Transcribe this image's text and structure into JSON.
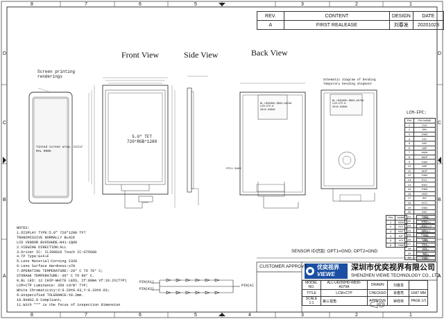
{
  "frame": {
    "top_numbers": [
      "8",
      "7",
      "6",
      "5",
      "4",
      "3",
      "2",
      "1"
    ],
    "side_letters": [
      "D",
      "C",
      "B",
      "A"
    ]
  },
  "revision": {
    "headers": [
      "REV.",
      "CONTENT",
      "DESIGN",
      "DATE"
    ],
    "row": [
      "A",
      "FIRST REALEASE",
      "刘春发",
      "20201023"
    ]
  },
  "views": {
    "front": "Front View",
    "side": "Side View",
    "back": "Back View"
  },
  "labels": {
    "screen_printing": "Screen printing\nrenderings",
    "tft": "5.0\" TFT\n720*RGB*1280",
    "tinted": "Tinted screen area, Color\nRAL 9005",
    "lcm_fpc": "LCM-FPC:",
    "sensor": "SENSOR ID识别: OPT1=GND;  OPT2=GND",
    "schematic": "Schematic diagram of bending\nTemporary bending shipment",
    "back_label": "BL-UE050HD-RB30-A079A\nLCM-CTP-8\n2016.03866",
    "fpc_label": "FPC1 SA06",
    "pin_k1": "PIN(K1)",
    "pin_k2": "PIN(K2)",
    "pin_a": "PIN(A)"
  },
  "fpc_pins": {
    "headers": [
      "PIN",
      "PIN NAME"
    ],
    "rows": [
      [
        "1",
        "CLK"
      ],
      [
        "2",
        "MA"
      ],
      [
        "3",
        "GND"
      ],
      [
        "4",
        "VS+"
      ],
      [
        "5",
        "MIC"
      ],
      [
        "6",
        "MIP"
      ],
      [
        "7",
        "MAN"
      ],
      [
        "8",
        "MAP"
      ],
      [
        "9",
        "GND"
      ],
      [
        "10",
        "MIP"
      ],
      [
        "11",
        "M1P"
      ],
      [
        "12",
        "GND"
      ],
      [
        "13",
        "ECL"
      ],
      [
        "14",
        "ENV"
      ],
      [
        "15",
        "GND"
      ],
      [
        "16",
        "VDD"
      ],
      [
        "17",
        "INT"
      ],
      [
        "18",
        "VCC"
      ],
      [
        "19",
        "GND"
      ],
      [
        "20",
        "MIC"
      ],
      [
        "21",
        "GND"
      ],
      [
        "22",
        "GND"
      ],
      [
        "23",
        "SCL"
      ],
      [
        "24",
        "NC"
      ],
      [
        "25",
        "PWM"
      ],
      [
        "26",
        "GND"
      ],
      [
        "27",
        "RST"
      ],
      [
        "28",
        "VCI"
      ],
      [
        "29",
        "INT"
      ],
      [
        "30",
        "GND"
      ]
    ]
  },
  "lower_pins": {
    "headers": [
      "PIN",
      "NAME"
    ],
    "rows": [
      [
        "1",
        "SDA"
      ],
      [
        "2",
        "SCL"
      ],
      [
        "3",
        "RST"
      ],
      [
        "4",
        "INT"
      ],
      [
        "5",
        "VCI"
      ],
      [
        "6",
        "GND"
      ]
    ],
    "right": [
      "CMD",
      "TOUCH",
      "VDDIOTP",
      "RESET",
      "GND",
      "LED-",
      "LED+",
      "LED+",
      "VDD",
      "LED-"
    ]
  },
  "notes": [
    "NOTES:",
    "1.DISPLAY TYPE:5.0\" 720*1280 TFT",
    "  TRANSMISSIVE NORMALLY BLACK",
    "  LCD VENDOR BV050HDE-N41-1Q00",
    "2.VIEWING DIRECTION:ALL",
    "3.Driver IC: ILI9881D     Touch IC:GT5688",
    "4.TP Type:G+F+F",
    "5.Lens Material:Corning 2320",
    "6.Lens Surface Hardness:≥7H",
    "7.OPERATING TEMPERATURE:-20° C TO 70° C;",
    "  STORAGE TEMPERATURE:-30° C TO 80° C.",
    "8.BL LED: 12 CHIP-WHITE LEDS, If:80mA  Vf:19.2V(TYP)",
    "  LCM+CTP Luminance: 350 cd/m² TYP;",
    "  White Chromaticity:X:0.29±0.03,Y:0.33±0.03;",
    "9.Unspecified TOLERANCE:±0.2mm.",
    "10.RoHS2.0 Compliant;",
    "11.With \"*\" is the focus of inspection dimension"
  ],
  "title_block": {
    "customer_approve": "CUSTOMER APPROVE",
    "logo_cn": "优奕视界",
    "logo_en": "VIEWE",
    "company_cn": "深圳市优奕视界有限公司",
    "company_en": "SHENZHEN VIEWE TECHNOLOGY CO., LTD",
    "model_label": "MODEL NO.",
    "model": "ALL-UE050HD-RB30-A079A",
    "drawn_label": "DRAWN",
    "drawn": "刘春发",
    "title_label": "TITLE",
    "title": "LCM+CTP",
    "checked_label": "CHECKED",
    "checked": "肖春亮",
    "scale_label": "SCALE 1:1",
    "angle": "第三视角",
    "approve_label": "APPROVE",
    "approve": "钟祥林",
    "unit": "UNIT MM",
    "page": "PAGE 1/1"
  }
}
